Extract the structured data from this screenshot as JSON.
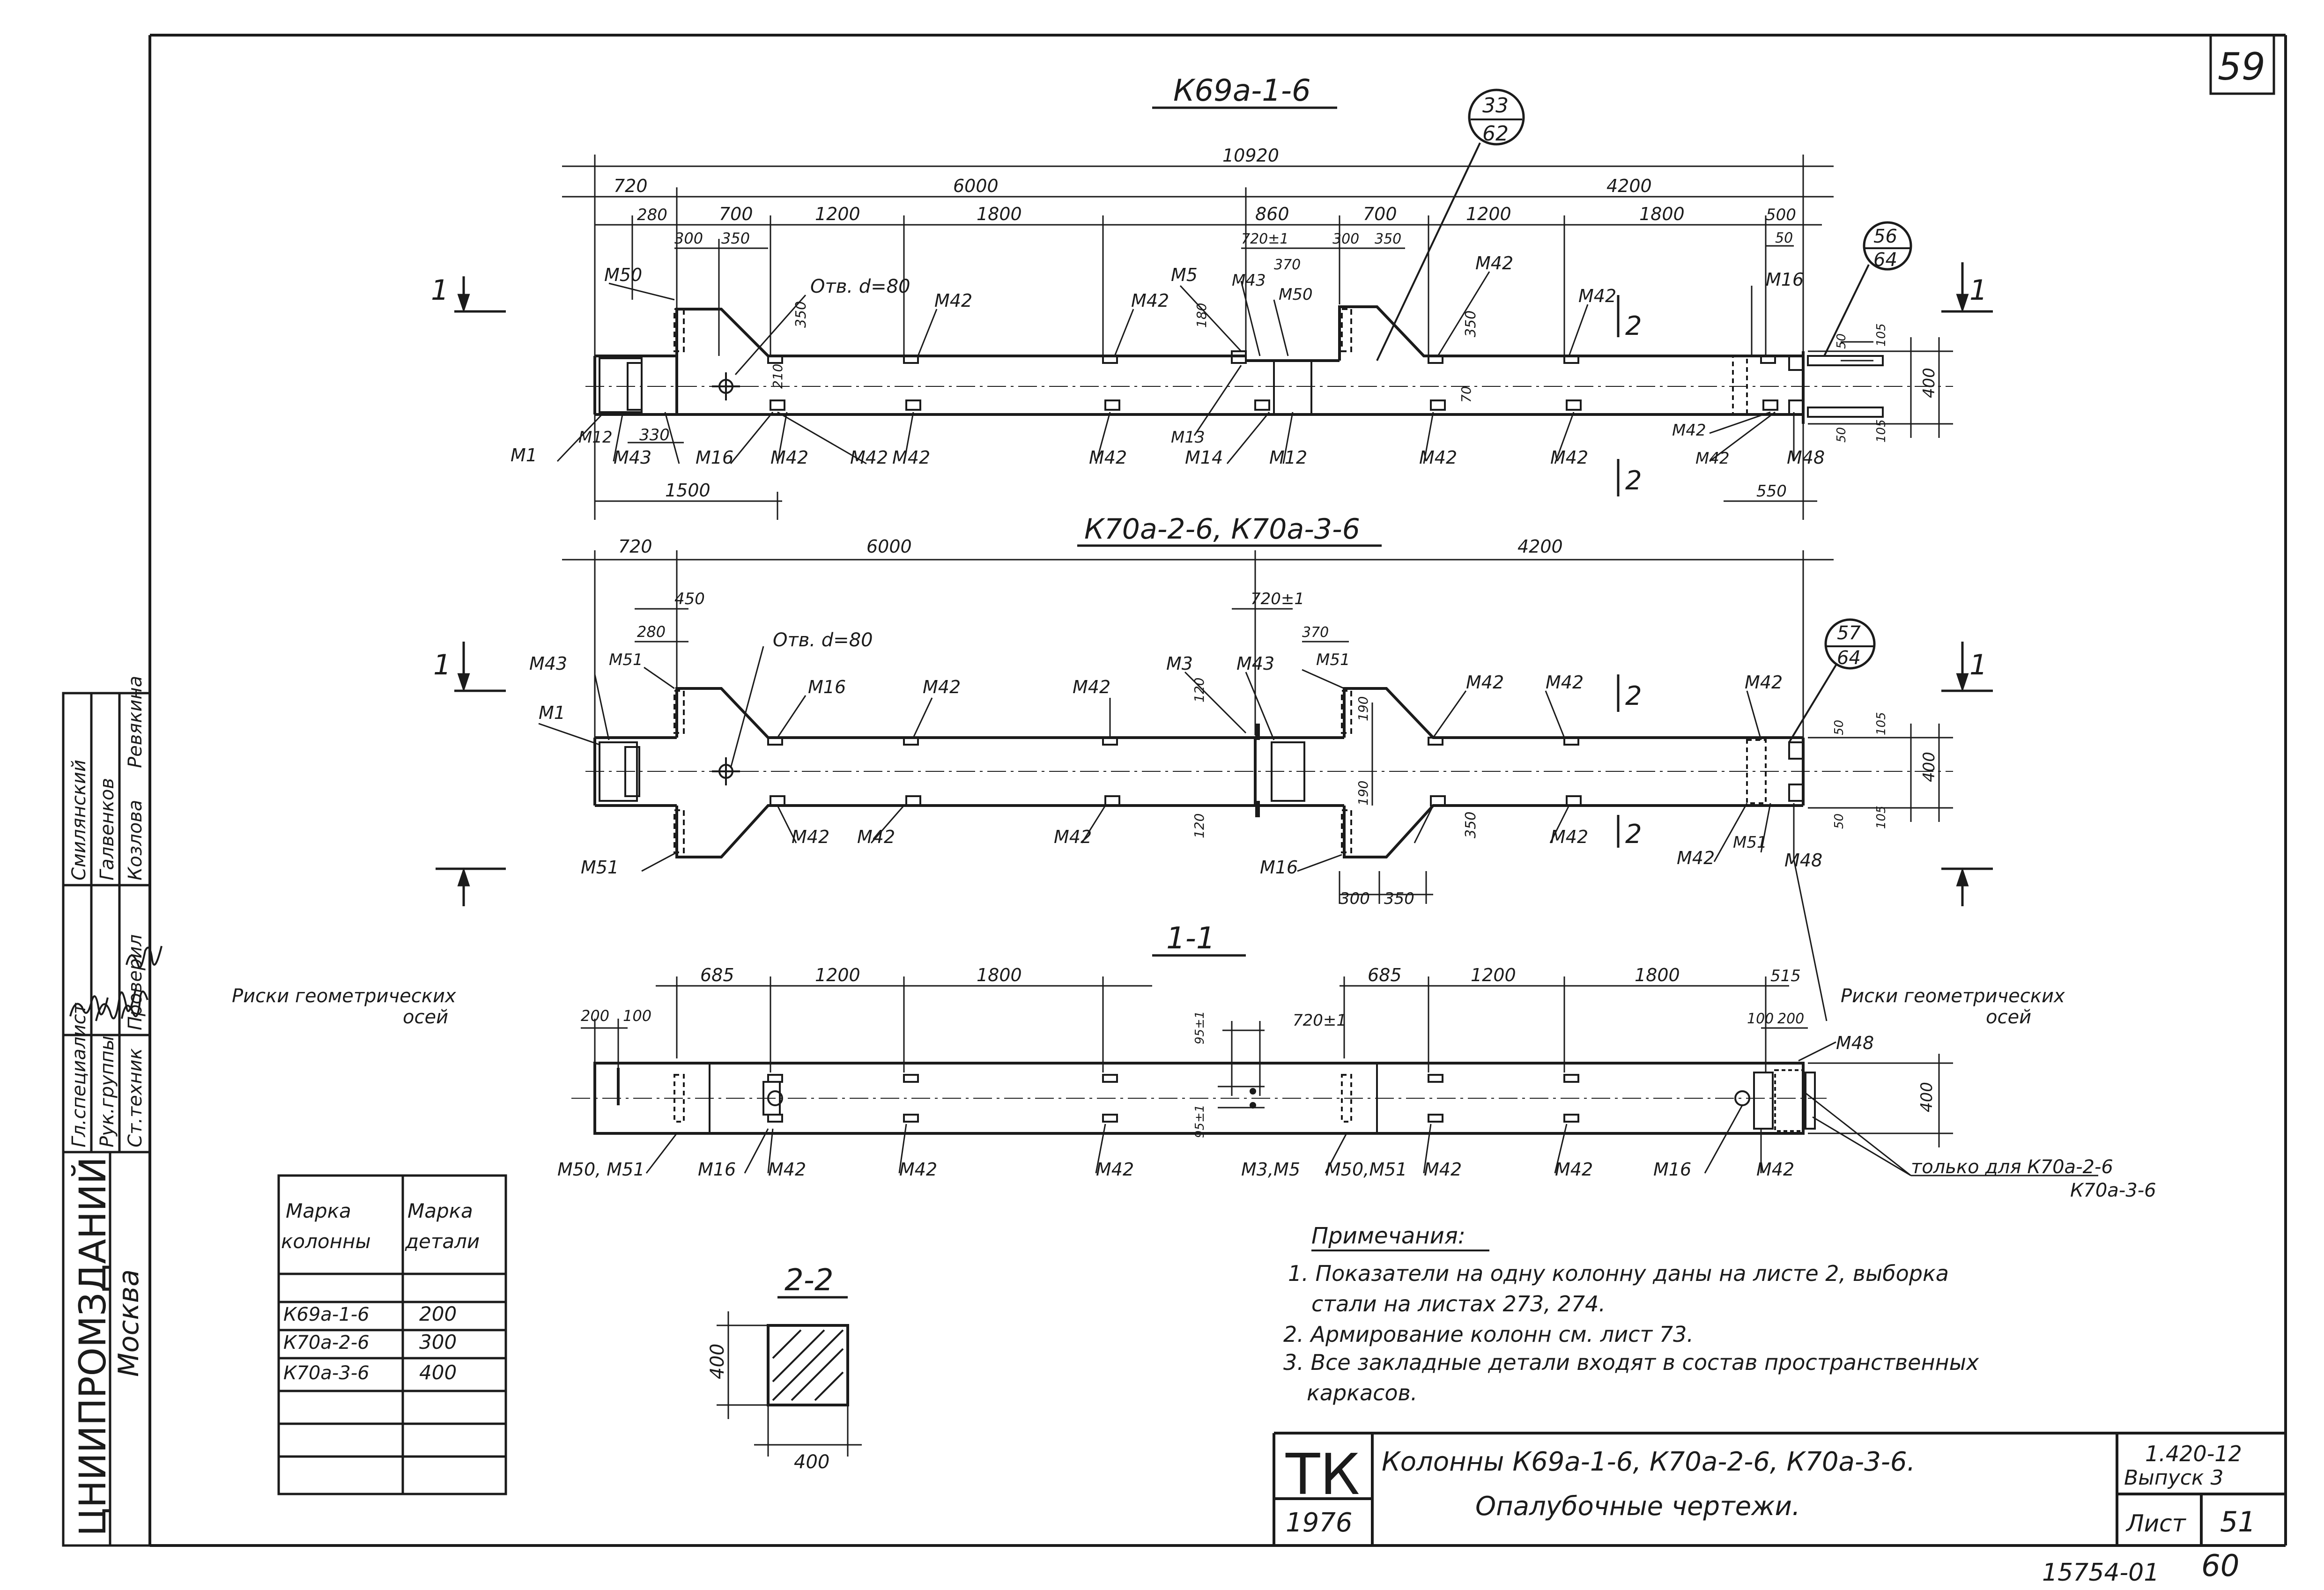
{
  "sheet_number_corner": "59",
  "drawing_A": {
    "title": "К69а-1-6",
    "callout_top": "33",
    "callout_bottom": "62",
    "callout2_top": "56",
    "callout2_bottom": "64",
    "dim_total": "10920",
    "dim_720": "720",
    "dim_6000": "6000",
    "dim_4200": "4200",
    "dim_280": "280",
    "dim_700": "700",
    "dim_1200": "1200",
    "dim_1800": "1800",
    "dim_860": "860",
    "dim_700b": "700",
    "dim_1200b": "1200",
    "dim_1800b": "1800",
    "dim_500": "500",
    "dim_300": "300",
    "dim_350": "350",
    "dim_720pm": "720±1",
    "dim_300b": "300",
    "dim_350b": "350",
    "dim_370": "370",
    "dim_50": "50",
    "dim_1500": "1500",
    "dim_330": "330",
    "dim_550": "550",
    "dim_350v": "350",
    "dim_350v2": "350",
    "dim_180": "180",
    "dim_210": "210",
    "dim_70": "70",
    "dim_50r": "50",
    "dim_105a": "105",
    "dim_400": "400",
    "dim_105b": "105",
    "dim_50r2": "50",
    "hole_label": "Отв. d=80",
    "labels": [
      "М50",
      "М42",
      "М42",
      "М5",
      "М43",
      "М50",
      "М42",
      "М42",
      "М16",
      "М1",
      "М12",
      "М43",
      "М16",
      "М42",
      "М42",
      "М42",
      "М42",
      "М13",
      "М14",
      "М12",
      "М42",
      "М42",
      "М42",
      "М42",
      "М48"
    ],
    "section_marks": [
      "1",
      "1",
      "2",
      "2"
    ]
  },
  "drawing_B": {
    "title": "К70а-2-6, К70а-3-6",
    "callout_top": "57",
    "callout_bottom": "64",
    "dim_720": "720",
    "dim_6000": "6000",
    "dim_4200": "4200",
    "dim_450": "450",
    "dim_280": "280",
    "dim_720pm": "720±1",
    "dim_370": "370",
    "dim_190a": "190",
    "dim_190b": "190",
    "dim_120a": "120",
    "dim_120b": "120",
    "dim_350": "350",
    "dim_300": "300",
    "dim_350b": "350",
    "dim_50a": "50",
    "dim_105a": "105",
    "dim_400": "400",
    "dim_105b": "105",
    "dim_50b": "50",
    "hole_label": "Отв. d=80",
    "labels": [
      "М43",
      "М51",
      "М1",
      "М16",
      "М42",
      "М42",
      "М3",
      "М43",
      "М51",
      "М42",
      "М42",
      "М42",
      "М42",
      "М42",
      "М42",
      "М42",
      "М51",
      "М51",
      "М16",
      "М42",
      "М48"
    ],
    "section_marks": [
      "1",
      "1",
      "2",
      "2"
    ]
  },
  "section_11": {
    "title": "1-1",
    "risks_left_1": "Риски геометрических",
    "risks_left_2": "осей",
    "risks_right_1": "Риски геометрических",
    "risks_right_2": "осей",
    "dim_685": "685",
    "dim_1200": "1200",
    "dim_1800": "1800",
    "dim_685b": "685",
    "dim_1200b": "1200",
    "dim_1800b": "1800",
    "dim_515": "515",
    "dim_200": "200",
    "dim_100": "100",
    "dim_100b": "100",
    "dim_200b": "200",
    "dim_720pm": "720±1",
    "dim_95a": "95±1",
    "dim_95b": "95±1",
    "dim_400": "400",
    "labels": [
      "М50, М51",
      "М16",
      "М42",
      "М42",
      "М42",
      "М3,М5",
      "М50,М51",
      "М42",
      "М42",
      "М16",
      "М42",
      "М48"
    ],
    "only_for_1": "только для К70а-2-6",
    "only_for_2": "К70а-3-6"
  },
  "section_22": {
    "title": "2-2",
    "dim_400v": "400",
    "dim_400h": "400"
  },
  "mark_table": {
    "header_col1_line1": "Марка",
    "header_col1_line2": "колонны",
    "header_col2_line1": "Марка",
    "header_col2_line2": "детали",
    "rows": [
      {
        "col": "К69а-1-6",
        "det": "200"
      },
      {
        "col": "К70а-2-6",
        "det": "300"
      },
      {
        "col": "К70а-3-6",
        "det": "400"
      },
      {
        "col": "",
        "det": ""
      },
      {
        "col": "",
        "det": ""
      }
    ]
  },
  "notes": {
    "heading": "Примечания:",
    "line1": "1. Показатели на одну колонну даны на листе 2, выборка",
    "line2": "стали на листах 273, 274.",
    "line3": "2. Армирование колонн см. лист 73.",
    "line4": "3. Все закладные детали входят в состав пространственных",
    "line5": "каркасов."
  },
  "stamp": {
    "org": "ЦНИИПРОМЗДАНИЙ",
    "city": "Москва",
    "roles": [
      "Гл.специалист",
      "Рук.группы",
      "Ст.техник",
      "Проверил"
    ],
    "names": [
      "Смилянский",
      "Галвенков",
      "Козлова",
      "Ревякина"
    ],
    "signatures": [
      "signature-1",
      "signature-2",
      "signature-3",
      "signature-4"
    ]
  },
  "title_block": {
    "tk": "ТК",
    "year": "1976",
    "title_line1": "Колонны К69а-1-6, К70а-2-6, К70а-3-6.",
    "title_line2": "Опалубочные чертежи.",
    "series": "1.420-12",
    "issue": "Выпуск 3",
    "sheet_label": "Лист",
    "sheet_number": "51"
  },
  "bottom_code": "15754-01",
  "bottom_page": "60"
}
